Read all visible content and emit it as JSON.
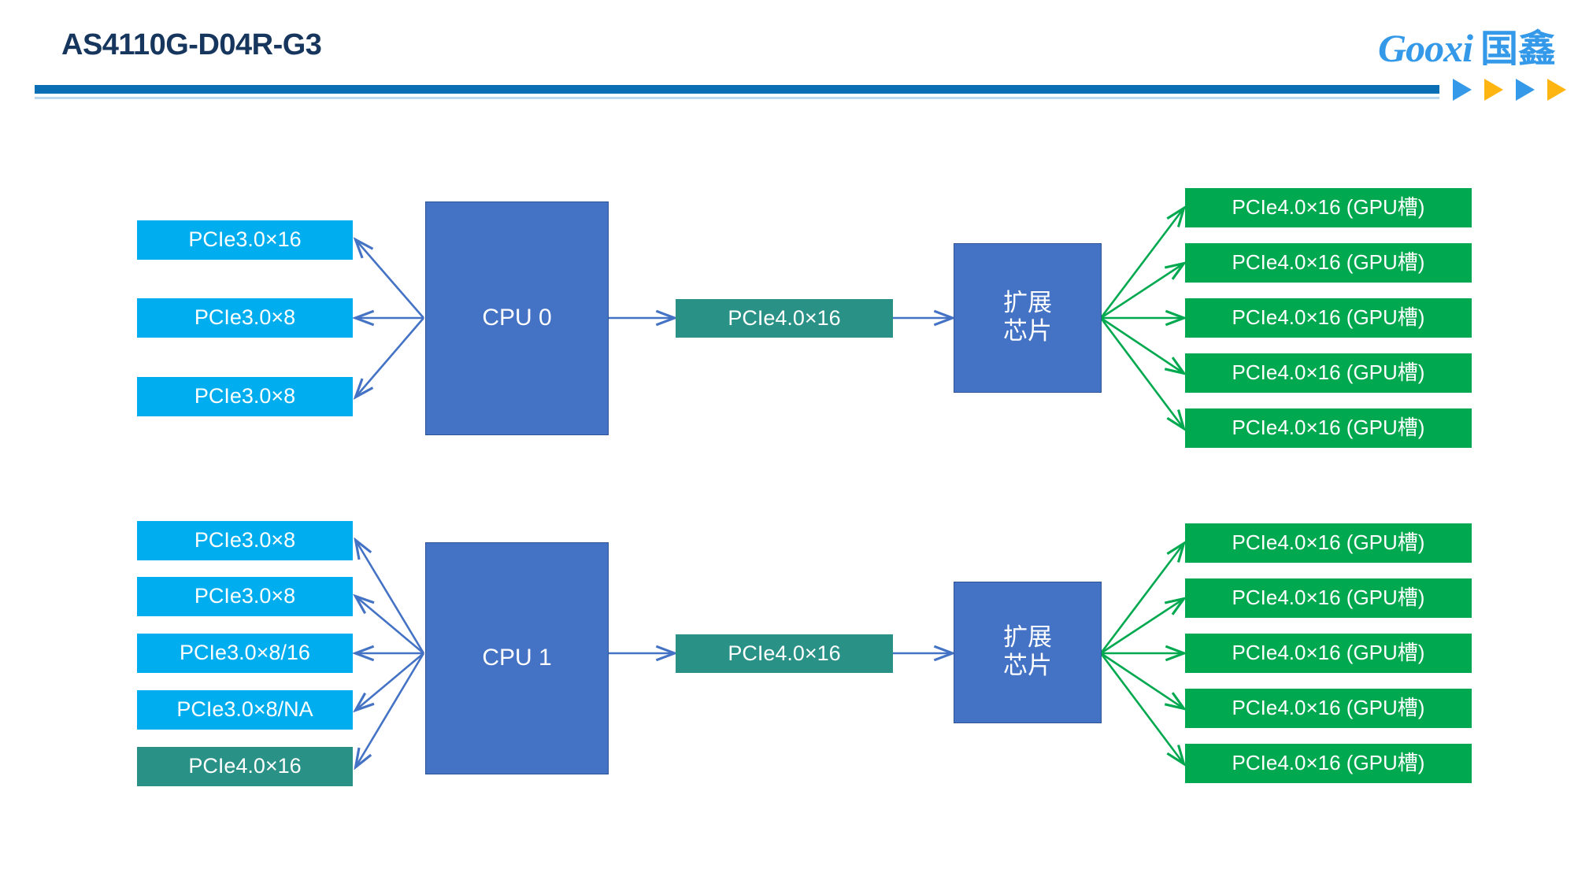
{
  "header": {
    "title": "AS4110G-D04R-G3",
    "brand_latin": "Gooxi",
    "brand_cjk": "国鑫",
    "accent_color": "#0A6EB4",
    "brand_color": "#3399E8",
    "triangle_colors": [
      "#3399E8",
      "#FFB511",
      "#3399E8",
      "#FFB511"
    ]
  },
  "colors": {
    "pcie3_box": "#00AEEF",
    "pcie4_box": "#2A9187",
    "cpu_box": "#4472C4",
    "chip_box": "#4472C4",
    "gpu_box": "#00A94F",
    "blue_arrow": "#4472C4",
    "green_arrow": "#00A94F"
  },
  "diagram": {
    "type": "block-diagram",
    "groups": [
      {
        "id": "cpu0-group",
        "cpu_label": "CPU 0",
        "left_slots": [
          {
            "label": "PCIe3.0×16",
            "style": "cyan"
          },
          {
            "label": "PCIe3.0×8",
            "style": "cyan"
          },
          {
            "label": "PCIe3.0×8",
            "style": "cyan"
          }
        ],
        "uplink_label": "PCIe4.0×16",
        "chip_label_line1": "扩展",
        "chip_label_line2": "芯片",
        "gpu_slots": [
          {
            "label": "PCIe4.0×16 (GPU槽)"
          },
          {
            "label": "PCIe4.0×16 (GPU槽)"
          },
          {
            "label": "PCIe4.0×16 (GPU槽)"
          },
          {
            "label": "PCIe4.0×16 (GPU槽)"
          },
          {
            "label": "PCIe4.0×16 (GPU槽)"
          }
        ]
      },
      {
        "id": "cpu1-group",
        "cpu_label": "CPU 1",
        "left_slots": [
          {
            "label": "PCIe3.0×8",
            "style": "cyan"
          },
          {
            "label": "PCIe3.0×8",
            "style": "cyan"
          },
          {
            "label": "PCIe3.0×8/16",
            "style": "cyan"
          },
          {
            "label": "PCIe3.0×8/NA",
            "style": "cyan"
          },
          {
            "label": "PCIe4.0×16",
            "style": "teal"
          }
        ],
        "uplink_label": "PCIe4.0×16",
        "chip_label_line1": "扩展",
        "chip_label_line2": "芯片",
        "gpu_slots": [
          {
            "label": "PCIe4.0×16 (GPU槽)"
          },
          {
            "label": "PCIe4.0×16 (GPU槽)"
          },
          {
            "label": "PCIe4.0×16 (GPU槽)"
          },
          {
            "label": "PCIe4.0×16 (GPU槽)"
          },
          {
            "label": "PCIe4.0×16 (GPU槽)"
          }
        ]
      }
    ]
  }
}
